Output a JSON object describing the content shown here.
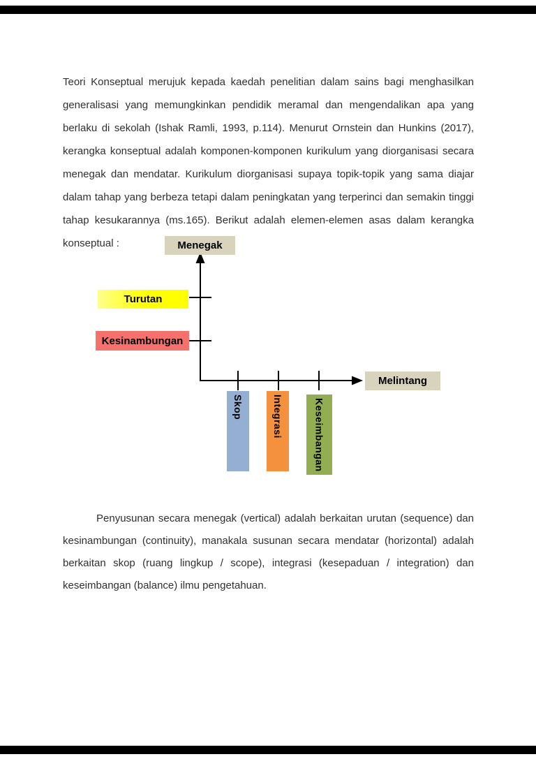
{
  "document": {
    "paragraph1": "Teori Konseptual merujuk kepada kaedah penelitian dalam sains bagi menghasilkan generalisasi yang memungkinkan pendidik meramal dan mengendalikan apa yang berlaku di sekolah (Ishak Ramli, 1993, p.114). Menurut Ornstein dan Hunkins (2017), kerangka konseptual adalah komponen-komponen kurikulum yang diorganisasi secara menegak dan mendatar. Kurikulum diorganisasi supaya topik-topik yang sama diajar dalam tahap yang berbeza tetapi dalam peningkatan yang terperinci dan semakin tinggi tahap kesukarannya (ms.165). Berikut adalah elemen-elemen asas dalam kerangka konseptual :",
    "paragraph2": "Penyusunan secara menegak (vertical) adalah berkaitan urutan (sequence) dan kesinambungan (continuity), manakala susunan secara mendatar (horizontal) adalah berkaitan skop (ruang lingkup / scope), integrasi (kesepaduan / integration) dan keseimbangan (balance) ilmu pengetahuan."
  },
  "diagram": {
    "vertical_axis_label": "Menegak",
    "horizontal_axis_label": "Melintang",
    "axis_box_color": "#d8d3bd",
    "vertical_items": [
      {
        "label": "Turutan",
        "color": "#ffff00"
      },
      {
        "label": "Kesinambungan",
        "color": "#f4726b"
      }
    ],
    "horizontal_items": [
      {
        "label": "Skop",
        "color": "#95afd2"
      },
      {
        "label": "Integrasi",
        "color": "#f4913f"
      },
      {
        "label": "Keseimbangan",
        "color": "#93ae52"
      }
    ]
  }
}
